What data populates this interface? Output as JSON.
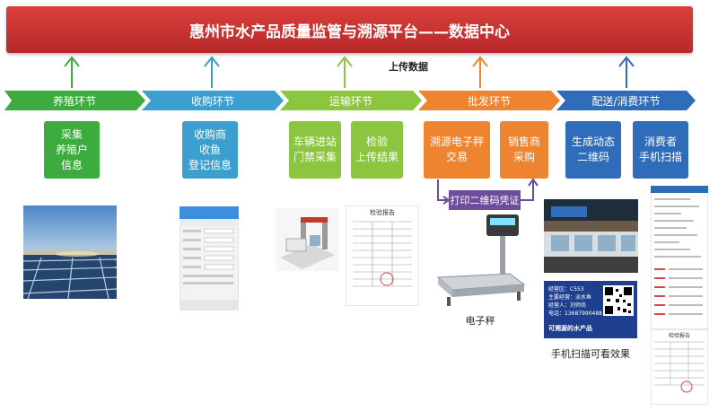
{
  "title": "惠州市水产品质量监管与溯源平台——数据中心",
  "upload_label": "上传数据",
  "stages": [
    {
      "label": "养殖环节",
      "color": "#3dac3f"
    },
    {
      "label": "收购环节",
      "color": "#3b9fd0"
    },
    {
      "label": "运输环节",
      "color": "#8cc640"
    },
    {
      "label": "批发环节",
      "color": "#ef8430"
    },
    {
      "label": "配送/消费环节",
      "color": "#2f6cba"
    }
  ],
  "boxes": {
    "collect": "采集\n养殖户\n信息",
    "purchaser": "收购商\n收鱼\n登记信息",
    "vehicle": "车辆进站\n门禁采集",
    "inspect": "检验\n上传结果",
    "scale_trade": "溯源电子秤\n交易",
    "seller": "销售商\n采购",
    "qrcode": "生成动态\n二维码",
    "consumer": "消费者\n手机扫描"
  },
  "print_label": "打印二维码凭证",
  "captions": {
    "scale": "电子秤",
    "scan_effect": "手机扫描可看效果"
  },
  "qr_card": {
    "line1": "经营区：C553",
    "line2": "主要经营：淡水鱼",
    "line3": "经营人：刘师尚",
    "line4": "电话：13687990488",
    "footer": "可溯源的水产品"
  },
  "report": {
    "title": "检验报告"
  }
}
